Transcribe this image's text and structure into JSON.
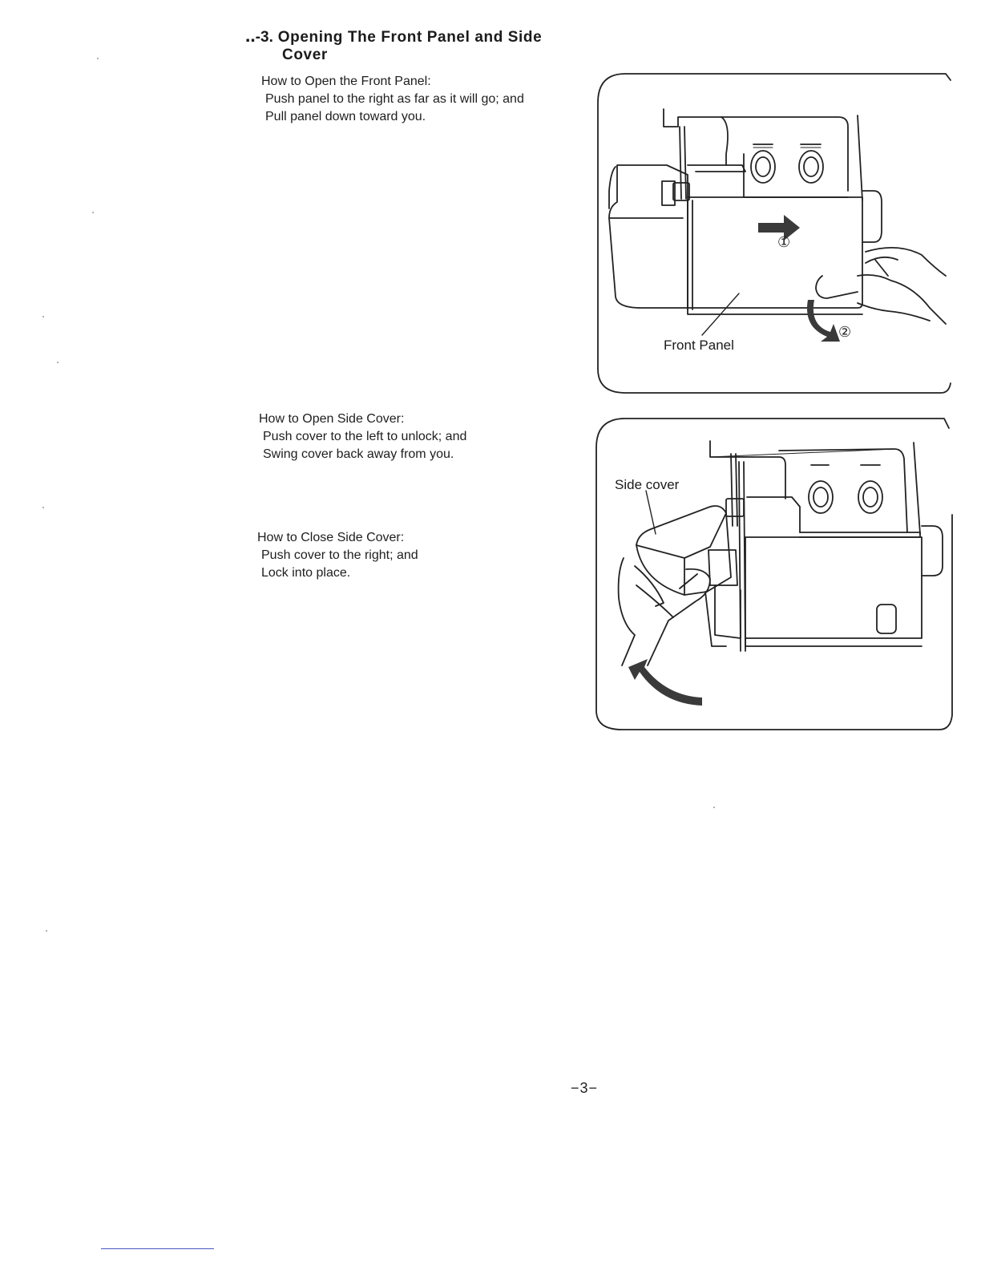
{
  "section": {
    "number": "‥-3.",
    "title_line1": "Opening The Front Panel and Side",
    "title_line2": "Cover"
  },
  "open_front_panel": {
    "heading": "How to Open the Front Panel:",
    "step1": "Push panel to the right as far as it will go; and",
    "step2": "Pull panel down toward you."
  },
  "open_side_cover": {
    "heading": "How to Open Side Cover:",
    "step1": "Push cover to the left to unlock; and",
    "step2": "Swing cover back away from you."
  },
  "close_side_cover": {
    "heading": "How to Close Side Cover:",
    "step1": "Push cover to the right; and",
    "step2": "Lock into place."
  },
  "figure_front_panel": {
    "callout": "Front Panel",
    "marker1": "①",
    "marker2": "②"
  },
  "figure_side_cover": {
    "callout": "Side cover"
  },
  "page_number": "−3−"
}
